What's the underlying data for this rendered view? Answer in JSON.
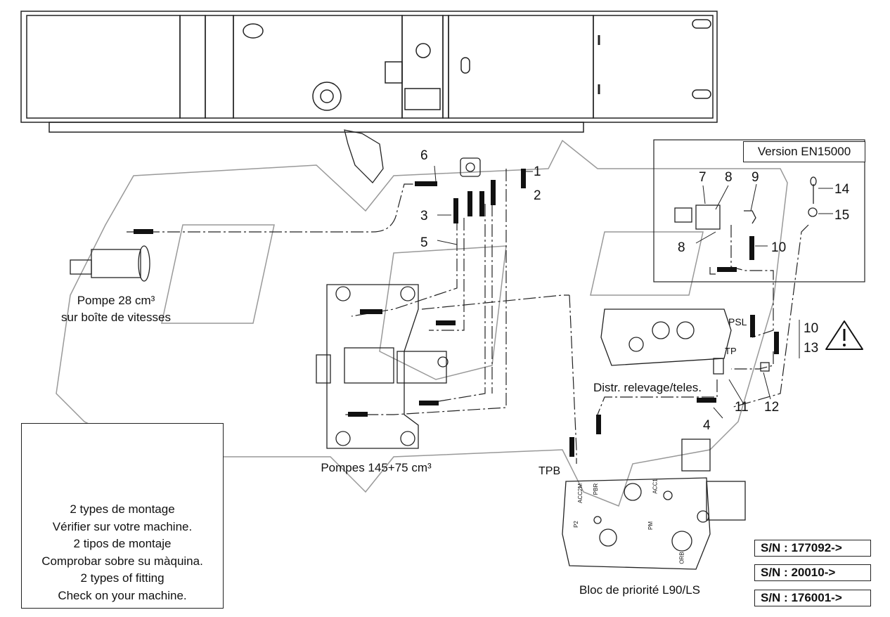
{
  "labels": {
    "n1": "1",
    "n2": "2",
    "n3": "3",
    "n4": "4",
    "n5": "5",
    "n6": "6",
    "n7": "7",
    "n8a": "8",
    "n8b": "8",
    "n9": "9",
    "n10a": "10",
    "n10b": "10",
    "n11": "11",
    "n12": "12",
    "n13": "13",
    "n14": "14",
    "n15": "15",
    "psl": "PSL",
    "tp": "TP",
    "tpb": "TPB"
  },
  "captions": {
    "pump28_line1": "Pompe 28 cm³",
    "pump28_line2": "sur boîte de vitesses",
    "pumps145": "Pompes 145+75 cm³",
    "distr": "Distr. relevage/teles.",
    "bloc": "Bloc de priorité L90/LS"
  },
  "version_label": "Version EN15000",
  "warning": {
    "lines": [
      "2 types de montage",
      "Vérifier sur votre machine.",
      "2 tipos de montaje",
      "Comprobar sobre su màquina.",
      "2 types of fitting",
      "Check on your machine."
    ]
  },
  "serials": [
    "S/N : 177092->",
    "S/N : 20010->",
    "S/N : 176001->"
  ],
  "block_ports": [
    "ACC2M",
    "PBR",
    "ACC1",
    "P2",
    "PM",
    "ORB"
  ]
}
